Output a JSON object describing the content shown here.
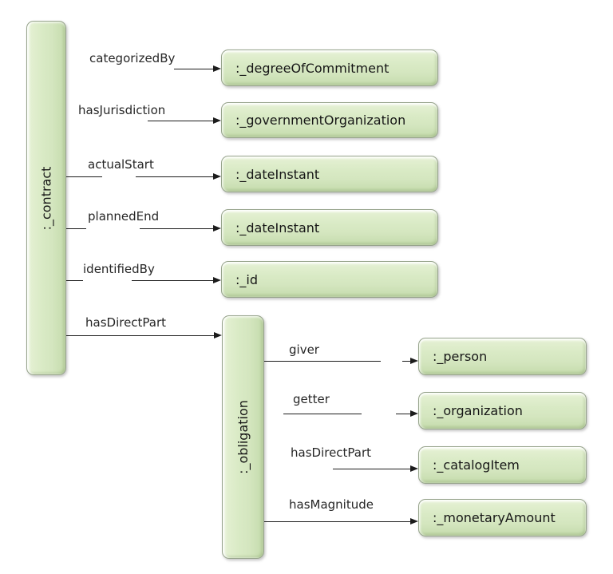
{
  "colors": {
    "background": "#ffffff",
    "box_fill": "#d9eac5",
    "box_fill_light": "#f1f8e7",
    "box_fill_dark": "#bfd6a6",
    "box_border": "#97a48c",
    "line_color": "#1c1c1c",
    "label_color": "#262626"
  },
  "diagram": {
    "nodes": {
      "contract": ":_contract",
      "degree_of_commitment": ":_degreeOfCommitment",
      "government_organization": ":_governmentOrganization",
      "date_instant_start": ":_dateInstant",
      "date_instant_end": ":_dateInstant",
      "id": ":_id",
      "obligation": ":_obligation",
      "person": ":_person",
      "organization": ":_organization",
      "catalog_item": ":_catalogItem",
      "monetary_amount": ":_monetaryAmount"
    },
    "edges": {
      "contract": [
        {
          "label": "categorizedBy",
          "target": ":_degreeOfCommitment"
        },
        {
          "label": "hasJurisdiction",
          "target": ":_governmentOrganization"
        },
        {
          "label": "actualStart",
          "target": ":_dateInstant"
        },
        {
          "label": "plannedEnd",
          "target": ":_dateInstant"
        },
        {
          "label": "identifiedBy",
          "target": ":_id"
        },
        {
          "label": "hasDirectPart",
          "target": ":_obligation"
        }
      ],
      "obligation": [
        {
          "label": "giver",
          "target": ":_person"
        },
        {
          "label": "getter",
          "target": ":_organization"
        },
        {
          "label": "hasDirectPart",
          "target": ":_catalogItem"
        },
        {
          "label": "hasMagnitude",
          "target": ":_monetaryAmount"
        }
      ]
    }
  }
}
